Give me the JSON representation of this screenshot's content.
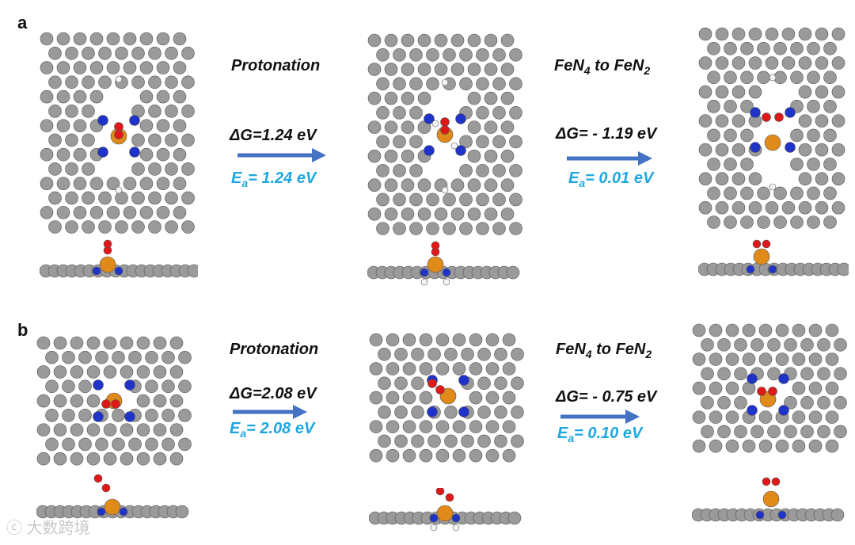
{
  "panels": [
    {
      "letter": "a",
      "step1": {
        "title": "Protonation",
        "dG_prefix": "ΔG=",
        "dG_value": "1.24 eV",
        "Ea_label": "E",
        "Ea_sub": "a",
        "Ea_value": "= 1.24 eV"
      },
      "step2": {
        "title_pre": "FeN",
        "title_sub1": "4",
        "title_mid": " to FeN",
        "title_sub2": "2",
        "dG_prefix": "ΔG=",
        "dG_value": " - 1.19 eV",
        "Ea_label": "E",
        "Ea_sub": "a",
        "Ea_value": "= 0.01 eV"
      }
    },
    {
      "letter": "b",
      "step1": {
        "title": "Protonation",
        "dG_prefix": "ΔG=",
        "dG_value": "2.08 eV",
        "Ea_label": "E",
        "Ea_sub": "a",
        "Ea_value": "= 2.08 eV"
      },
      "step2": {
        "title_pre": "FeN",
        "title_sub1": "4",
        "title_mid": " to FeN",
        "title_sub2": "2",
        "dG_prefix": "ΔG=",
        "dG_value": " - 0.75 eV",
        "Ea_label": "E",
        "Ea_sub": "a",
        "Ea_value": "= 0.10 eV"
      }
    }
  ],
  "watermark": "大数跨境",
  "colors": {
    "carbon": "#9a9a9a",
    "nitrogen": "#1f33c8",
    "oxygen": "#e01818",
    "iron": "#e08a1a",
    "hydrogen": "#f4f4f4",
    "arrow": "#4472c4",
    "ea_text": "#1ea7e0"
  }
}
